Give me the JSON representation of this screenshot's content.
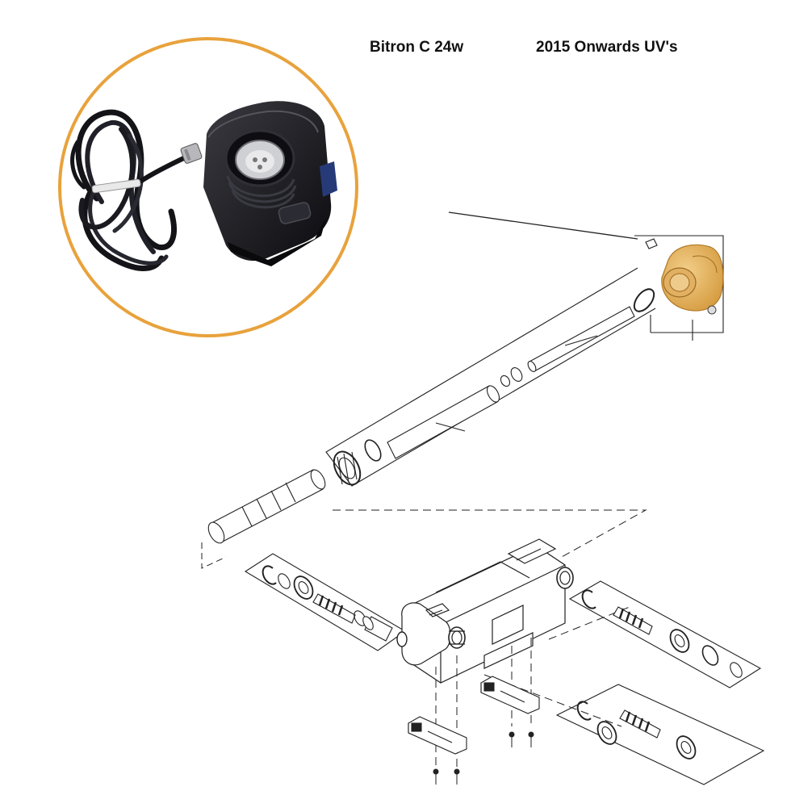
{
  "header": {
    "product": "Bitron C 24w",
    "range": "2015 Onwards UV's"
  },
  "colors": {
    "ring": "#e8a23c",
    "highlight": "#e6b35a",
    "line": "#222222",
    "device_body": "#1b1b1f",
    "cable": "#141418"
  },
  "icons": {
    "photo": "ballast-unit-photo",
    "diagram": "exploded-assembly-diagram"
  }
}
